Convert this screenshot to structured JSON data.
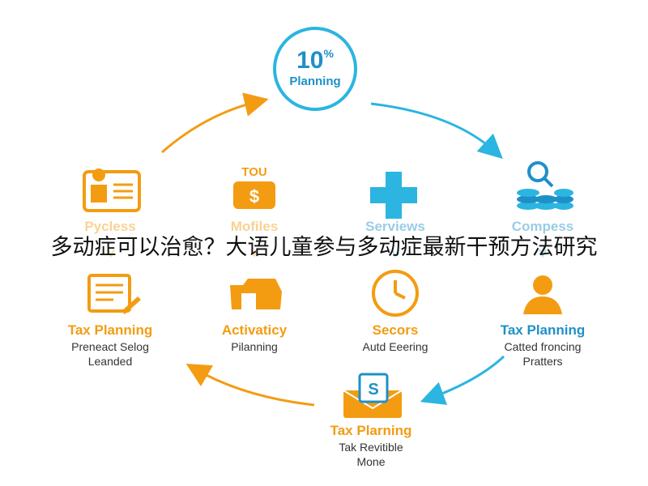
{
  "overlay": {
    "title": "多动症可以治愈？大语儿童参与多动症最新干预方法研究"
  },
  "center": {
    "percent": "10",
    "percent_sign": "%",
    "word": "Planning"
  },
  "row1": [
    {
      "title": "Pycless",
      "icon": "certificate-icon",
      "color": "#f39c12"
    },
    {
      "title": "Mofiles",
      "icon": "dollar-bag-icon",
      "icon_text": "TOU",
      "color": "#f39c12"
    },
    {
      "title": "Serviews",
      "icon": "plus-icon",
      "color": "#2bb5e0"
    },
    {
      "title": "Compess",
      "icon": "coins-search-icon",
      "color": "#2bb5e0"
    }
  ],
  "row2": [
    {
      "title": "Tax Planning",
      "sub1": "Preneact Selog",
      "sub2": "Leanded",
      "icon": "document-pen-icon",
      "color": "#f39c12"
    },
    {
      "title": "Activaticy",
      "sub1": "Pilanning",
      "sub2": "",
      "icon": "folder-icon",
      "color": "#f39c12"
    },
    {
      "title": "Secors",
      "sub1": "Autd Eeering",
      "sub2": "",
      "icon": "clock-icon",
      "color": "#f39c12"
    },
    {
      "title": "Tax Planning",
      "sub1": "Catted froncing",
      "sub2": "Pratters",
      "icon": "person-icon",
      "color": "#1e90c8"
    }
  ],
  "bottom": {
    "title": "Tax Plarning",
    "sub1": "Tak Revitible",
    "sub2": "Mone",
    "icon": "envelope-dollar-icon",
    "icon_text": "S"
  },
  "colors": {
    "orange": "#f39c12",
    "blue": "#1e90c8",
    "light_blue": "#2bb5e0"
  }
}
